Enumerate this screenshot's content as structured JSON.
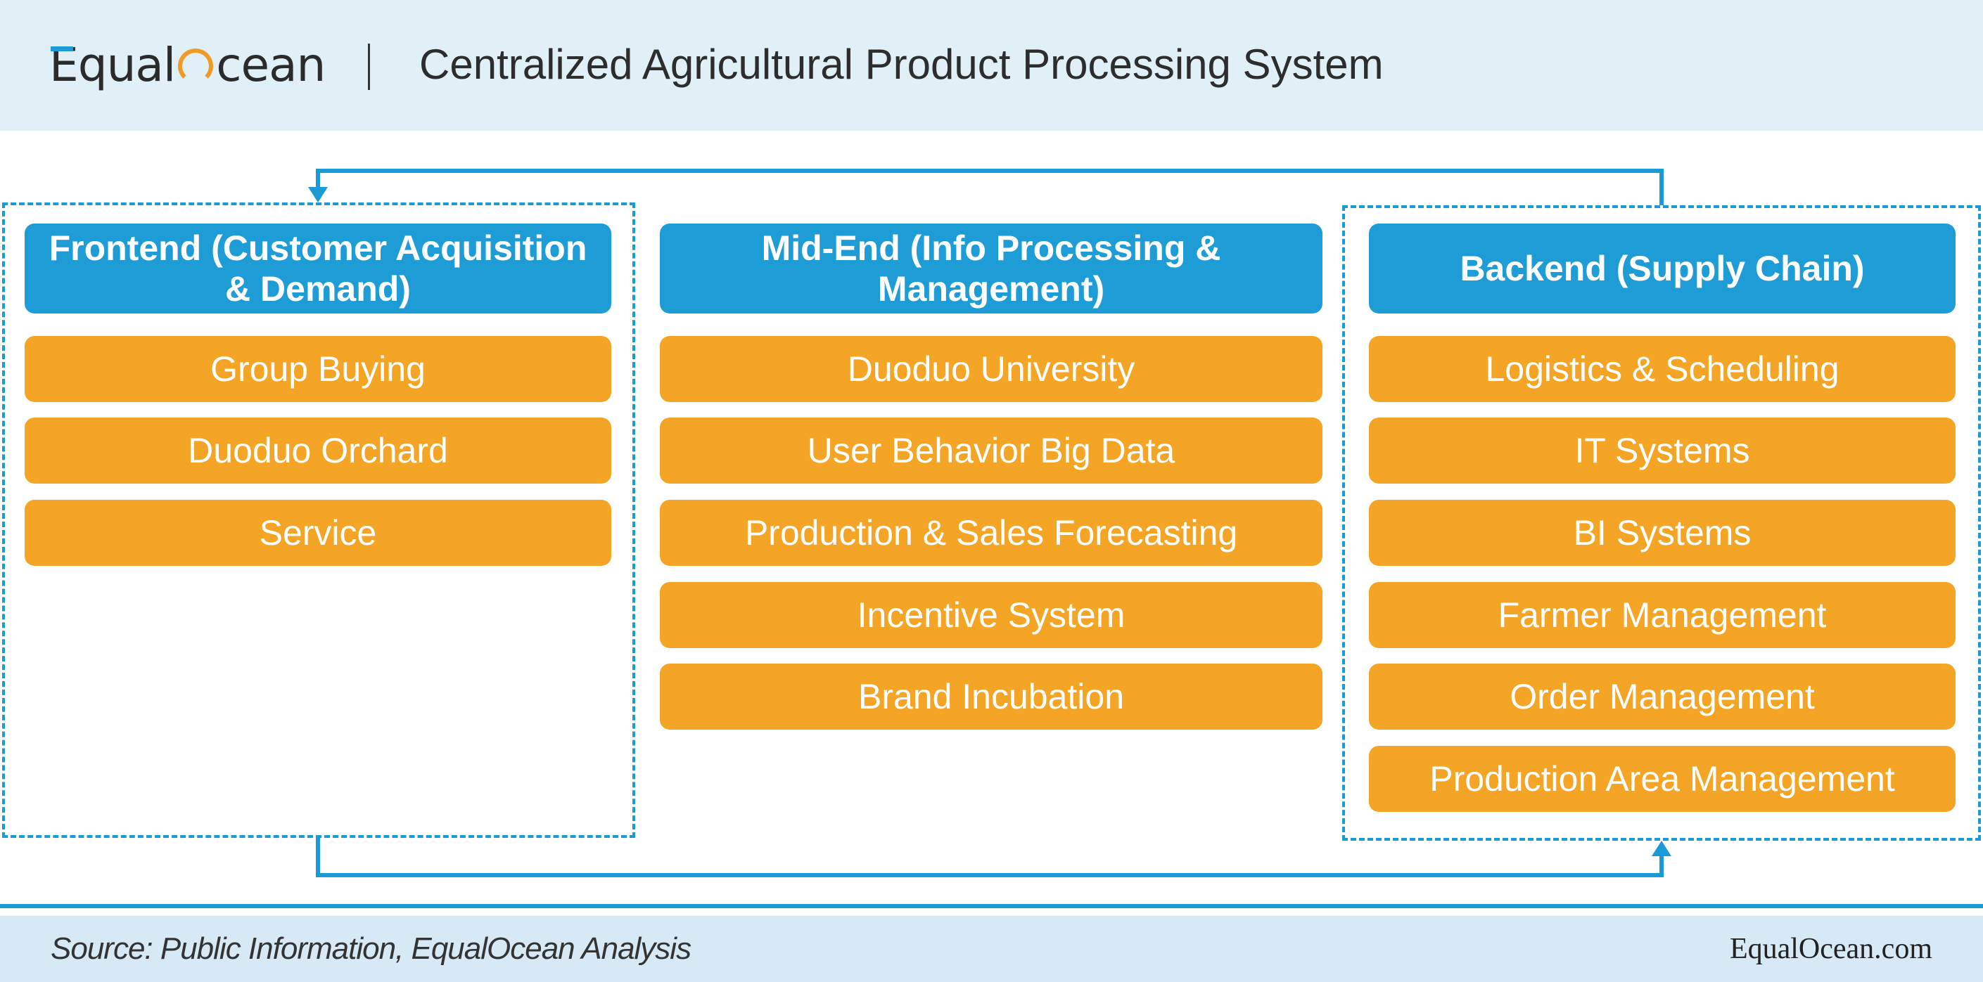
{
  "header": {
    "logo_prefix": "Equal",
    "logo_suffix": "cean",
    "title": "Centralized Agricultural Product Processing System"
  },
  "columns": [
    {
      "title": "Frontend (Customer Acquisition & Demand)",
      "items": [
        "Group Buying",
        "Duoduo Orchard",
        "Service"
      ]
    },
    {
      "title": "Mid-End (Info Processing & Management)",
      "items": [
        "Duoduo University",
        "User Behavior Big Data",
        "Production & Sales Forecasting",
        "Incentive System",
        "Brand Incubation"
      ]
    },
    {
      "title": "Backend (Supply Chain)",
      "items": [
        "Logistics & Scheduling",
        "IT Systems",
        "BI Systems",
        "Farmer Management",
        "Order Management",
        "Production Area Management"
      ]
    }
  ],
  "footer": {
    "source": "Source: Public Information, EqualOcean Analysis",
    "site": "EqualOcean.com"
  },
  "colors": {
    "header_blue": "#1e9cd6",
    "item_orange": "#f5a525",
    "accent_blue": "#1a9ad6",
    "header_bg": "#e1eff7",
    "footer_bg": "#d6e9f4"
  }
}
